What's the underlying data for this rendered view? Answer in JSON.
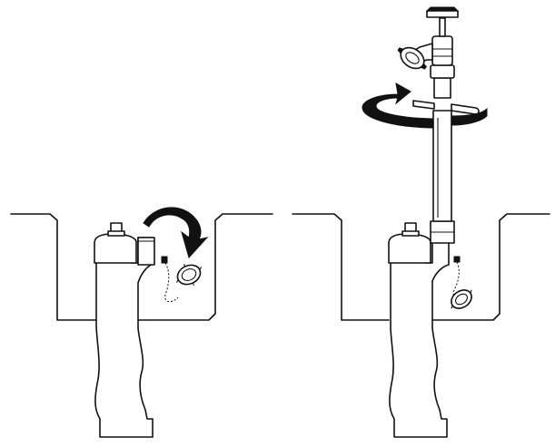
{
  "figure": {
    "panels": [
      {
        "id": "left",
        "step": "remove-cap",
        "arrow_direction": "clockwise-down"
      },
      {
        "id": "right",
        "step": "attach-standpipe",
        "arrow_direction": "clockwise-horizontal"
      }
    ],
    "colors": {
      "line": "#111111",
      "background": "#ffffff",
      "arrow": "#111111"
    }
  }
}
